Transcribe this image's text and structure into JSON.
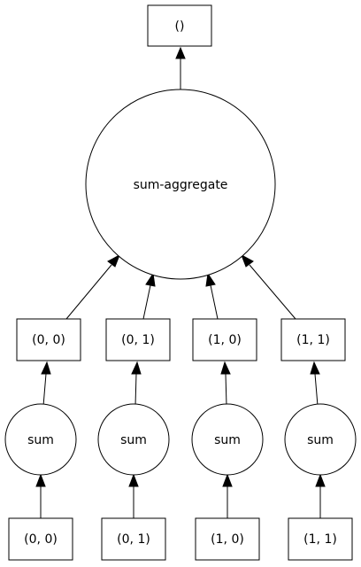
{
  "graph": {
    "root": {
      "label": "()"
    },
    "aggregate": {
      "label": "sum-aggregate"
    },
    "partials": [
      {
        "label": "(0, 0)"
      },
      {
        "label": "(0, 1)"
      },
      {
        "label": "(1, 0)"
      },
      {
        "label": "(1, 1)"
      }
    ],
    "ops": [
      {
        "label": "sum"
      },
      {
        "label": "sum"
      },
      {
        "label": "sum"
      },
      {
        "label": "sum"
      }
    ],
    "inputs": [
      {
        "label": "(0, 0)"
      },
      {
        "label": "(0, 1)"
      },
      {
        "label": "(1, 0)"
      },
      {
        "label": "(1, 1)"
      }
    ]
  }
}
